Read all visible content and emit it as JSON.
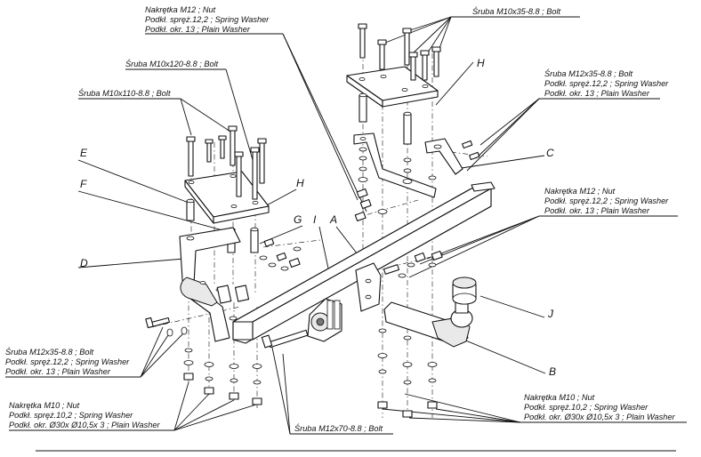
{
  "labels": {
    "nut_m12_top": [
      "Nakrętka  M12 ; Nut",
      "Podkł. spręż.12,2 ; Spring Washer",
      "Podkł. okr. 13 ; Plain Washer"
    ],
    "bolt_m10x35": "Śruba M10x35-8.8 ;  Bolt",
    "bolt_m10x120": "Śruba M10x120-8.8 ;  Bolt",
    "bolt_m10x110": "Śruba M10x110-8.8 ;  Bolt",
    "bolt_m12x35_right": [
      "Śruba M12x35-8.8 ;  Bolt",
      "Podkł. spręż.12,2 ; Spring Washer",
      "Podkł. okr. 13 ; Plain Washer"
    ],
    "nut_m12_right": [
      "Nakrętka  M12 ; Nut",
      "Podkł. spręż.12,2 ; Spring Washer",
      "Podkł. okr. 13 ; Plain Washer"
    ],
    "bolt_m12x35_left": [
      "Śruba M12x35-8.8 ;  Bolt",
      "Podkł. spręż.12,2 ; Spring Washer",
      "Podkł. okr. 13 ; Plain Washer"
    ],
    "nut_m10_left": [
      "Nakrętka  M10 ; Nut",
      "Podkł. spręż.10,2 ; Spring Washer",
      "Podkł. okr.  Ø30x Ø10,5x 3 ; Plain Washer"
    ],
    "bolt_m12x70": "Śruba M12x70-8.8 ;  Bolt",
    "nut_m10_right": [
      "Nakrętka  M10 ; Nut",
      "Podkł. spręż.10,2 ; Spring Washer",
      "Podkł. okr.  Ø30x Ø10,5x 3 ; Plain Washer"
    ]
  },
  "letters": {
    "A": "A",
    "B": "B",
    "C": "C",
    "D": "D",
    "E": "E",
    "F": "F",
    "G": "G",
    "H1": "H",
    "H2": "H",
    "I": "I",
    "J": "J"
  }
}
